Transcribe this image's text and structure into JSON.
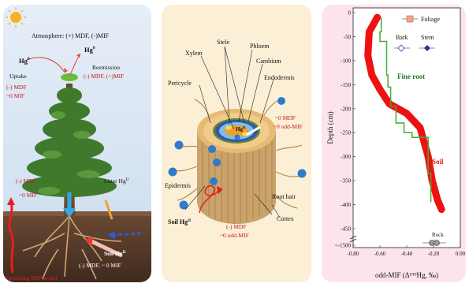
{
  "panel1": {
    "atmosphere": "Atmosphere: (+) MDF, (-)MIF",
    "hg0_left": "Hg",
    "hg0_left_sup": "0",
    "hg0_right": "Hg",
    "hg0_right_sup": "0",
    "reemission": "Reemission",
    "reemission_vals": "(-) MDF, (+)MIF",
    "uptake": "Uptake",
    "uptake_mdf": "(-) MDF",
    "uptake_mif": "~0 MIF",
    "soil_left_mdf": "(-) MDF",
    "soil_left_mif": "~0 MIF",
    "litter": "Litter Hg",
    "litter_sup": "II",
    "soil_hg": "Soil Hg",
    "soil_hg_sup": "II",
    "soil_vals": "(-) MDF, ~ 0 MIF",
    "increasing": "Increasing MIF in soil"
  },
  "panel2": {
    "stele": "Stele",
    "phloem": "Phloem",
    "xylem": "Xylem",
    "cambium": "Cambium",
    "endodermis": "Endodermis",
    "pericycle": "Pericycle",
    "hg_center": "Hg",
    "hg_center_sup": "II",
    "right_mdf": "~0  MDF",
    "right_mif": "~0 odd-MIF",
    "epidermis": "Epidermis",
    "root_hair": "Root hair",
    "bottom_mdf": "(-)  MDF",
    "bottom_mif": "~0 odd-MIF",
    "soil_hg": "Soil Hg",
    "soil_hg_sup": "II",
    "cortex": "Cortex"
  },
  "panel3": {
    "legend_foliage": "Foliage",
    "legend_bark": "Bark",
    "legend_stem": "Stem",
    "label_fine_root": "Fine root",
    "label_soil": "Soil",
    "label_rock": "Rock",
    "ylabel": "Depth (cm)",
    "xlabel": "odd-MIF (Δ¹⁹⁹Hg, ‰)",
    "colors": {
      "soil": "#ee1111",
      "fine_root": "#44aa33",
      "stem": "#2233aa",
      "foliage": "#f4a58a"
    }
  },
  "chart_data": {
    "type": "line",
    "xlabel": "odd-MIF (Δ¹⁹⁹Hg, ‰)",
    "ylabel": "Depth (cm)",
    "xlim": [
      -0.8,
      0.0
    ],
    "ylim": [
      -450,
      0
    ],
    "xticks": [
      "-0.80",
      "-0.60",
      "-0.40",
      "-0.20",
      "0.00"
    ],
    "yticks": [
      "0",
      "-50",
      "-100",
      "-150",
      "-200",
      "-250",
      "-300",
      "-350",
      "-400",
      "-450",
      "<-1500"
    ],
    "series": [
      {
        "name": "Soil",
        "points": [
          [
            -0.62,
            -10
          ],
          [
            -0.68,
            -40
          ],
          [
            -0.69,
            -90
          ],
          [
            -0.66,
            -130
          ],
          [
            -0.6,
            -160
          ],
          [
            -0.53,
            -190
          ],
          [
            -0.4,
            -210
          ],
          [
            -0.3,
            -240
          ],
          [
            -0.24,
            -300
          ],
          [
            -0.21,
            -350
          ],
          [
            -0.17,
            -390
          ],
          [
            -0.14,
            -410
          ]
        ]
      },
      {
        "name": "Fine root",
        "points": [
          [
            -0.59,
            -10
          ],
          [
            -0.6,
            -40
          ],
          [
            -0.55,
            -60
          ],
          [
            -0.54,
            -130
          ],
          [
            -0.52,
            -155
          ],
          [
            -0.48,
            -195
          ],
          [
            -0.42,
            -230
          ],
          [
            -0.36,
            -250
          ],
          [
            -0.24,
            -260
          ],
          [
            -0.24,
            -310
          ],
          [
            -0.22,
            -335
          ],
          [
            -0.22,
            -395
          ]
        ]
      }
    ]
  }
}
